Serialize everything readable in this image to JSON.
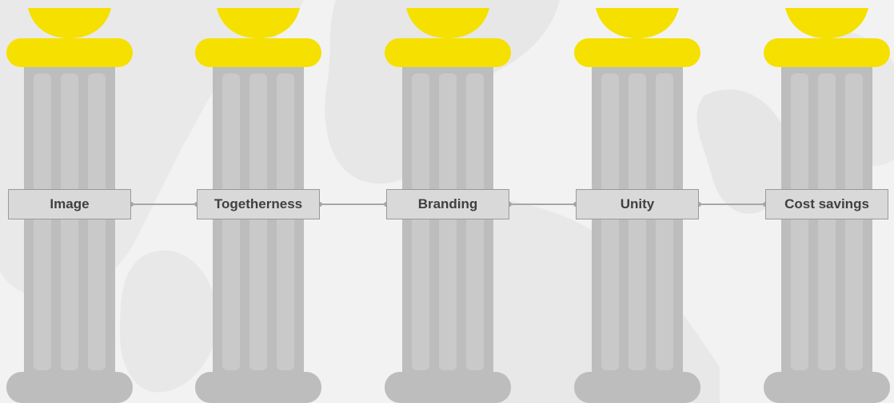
{
  "pillars": [
    {
      "label": "Image"
    },
    {
      "label": "Togetherness"
    },
    {
      "label": "Branding"
    },
    {
      "label": "Unity"
    },
    {
      "label": "Cost savings"
    }
  ],
  "colors": {
    "capital": "#f5e000",
    "column": "#bdbdbd",
    "column_flute": "#c9c9c9",
    "base": "#bdbdbd",
    "label_bg": "#d9d9d9",
    "label_border": "#9a9a9a",
    "label_text": "#404040",
    "connector": "#a6a6a6",
    "background": "#f2f2f2"
  }
}
